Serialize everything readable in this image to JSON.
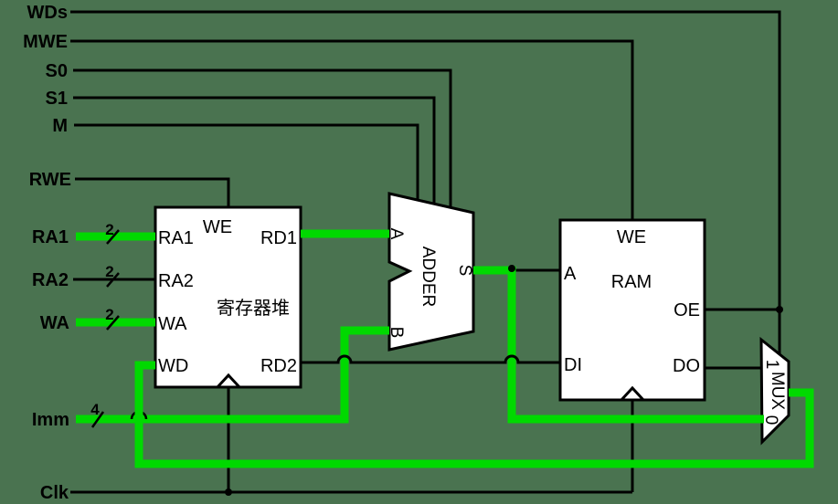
{
  "rails": {
    "wds": {
      "label": "WDs"
    },
    "mwe": {
      "label": "MWE"
    },
    "s0": {
      "label": "S0"
    },
    "s1": {
      "label": "S1"
    },
    "m": {
      "label": "M"
    },
    "rwe": {
      "label": "RWE"
    },
    "ra1": {
      "label": "RA1"
    },
    "ra2": {
      "label": "RA2"
    },
    "wa": {
      "label": "WA"
    },
    "imm": {
      "label": "Imm"
    },
    "clk": {
      "label": "Clk"
    }
  },
  "bus_widths": {
    "ra1": "2",
    "ra2": "2",
    "wa": "2",
    "imm": "4"
  },
  "register_file": {
    "title": "寄存器堆",
    "ports": {
      "we": "WE",
      "ra1": "RA1",
      "ra2": "RA2",
      "wa": "WA",
      "wd": "WD",
      "rd1": "RD1",
      "rd2": "RD2"
    }
  },
  "adder": {
    "title": "ADDER",
    "ports": {
      "a": "A",
      "b": "B",
      "s": "S"
    }
  },
  "ram": {
    "title": "RAM",
    "ports": {
      "we": "WE",
      "a": "A",
      "di": "DI",
      "oe": "OE",
      "do": "DO"
    }
  },
  "mux": {
    "title": "MUX",
    "ports": {
      "one": "1",
      "zero": "0"
    }
  },
  "colors": {
    "active_wire_green": "#00D900",
    "wire_black": "#000000",
    "block_fill": "#FFFFFF",
    "background": "#4A7350"
  }
}
